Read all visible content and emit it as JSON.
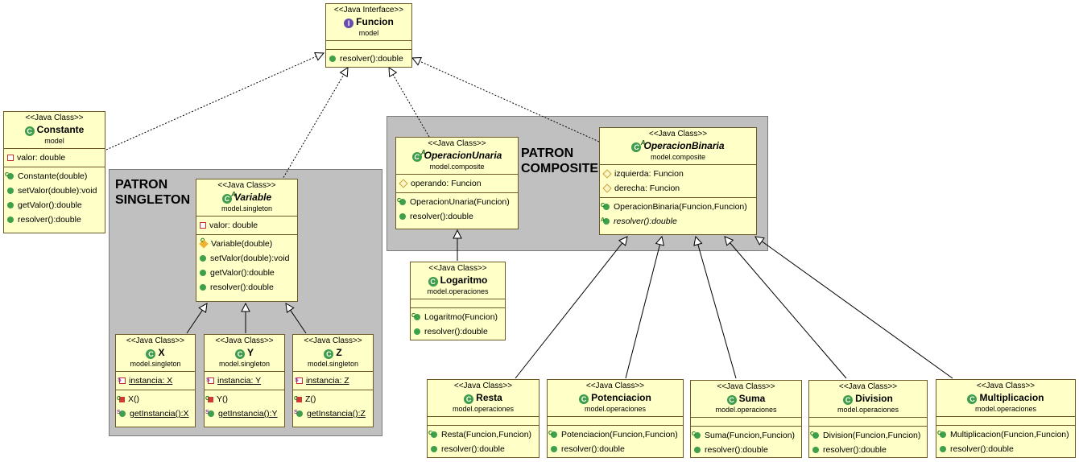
{
  "packages": {
    "singleton": "PATRON\nSINGLETON",
    "composite": "PATRON\nCOMPOSITE"
  },
  "classes": {
    "funcion": {
      "stereotype": "<<Java Interface>>",
      "name": "Funcion",
      "package": "model",
      "attrs": [],
      "methods": [
        {
          "text": "resolver():double",
          "icon": "pub"
        }
      ]
    },
    "constante": {
      "stereotype": "<<Java Class>>",
      "name": "Constante",
      "package": "model",
      "attrs": [
        {
          "text": "valor: double",
          "icon": "priv"
        }
      ],
      "methods": [
        {
          "text": "Constante(double)",
          "icon": "ctor"
        },
        {
          "text": "setValor(double):void",
          "icon": "pub"
        },
        {
          "text": "getValor():double",
          "icon": "pub"
        },
        {
          "text": "resolver():double",
          "icon": "pub"
        }
      ]
    },
    "variable": {
      "stereotype": "<<Java Class>>",
      "name": "Variable",
      "package": "model.singleton",
      "attrs": [
        {
          "text": "valor: double",
          "icon": "priv"
        }
      ],
      "methods": [
        {
          "text": "Variable(double)",
          "icon": "ctorp"
        },
        {
          "text": "setValor(double):void",
          "icon": "pub"
        },
        {
          "text": "getValor():double",
          "icon": "pub"
        },
        {
          "text": "resolver():double",
          "icon": "pub"
        }
      ]
    },
    "x": {
      "stereotype": "<<Java Class>>",
      "name": "X",
      "package": "model.singleton",
      "attrs": [
        {
          "text": "instancia: X",
          "icon": "privs"
        }
      ],
      "methods": [
        {
          "text": "X()",
          "icon": "privc"
        },
        {
          "text": "getInstancia():X",
          "icon": "pubs"
        }
      ]
    },
    "y": {
      "stereotype": "<<Java Class>>",
      "name": "Y",
      "package": "model.singleton",
      "attrs": [
        {
          "text": "instancia: Y",
          "icon": "privs"
        }
      ],
      "methods": [
        {
          "text": "Y()",
          "icon": "privc"
        },
        {
          "text": "getInstancia():Y",
          "icon": "pubs"
        }
      ]
    },
    "z": {
      "stereotype": "<<Java Class>>",
      "name": "Z",
      "package": "model.singleton",
      "attrs": [
        {
          "text": "instancia: Z",
          "icon": "privs"
        }
      ],
      "methods": [
        {
          "text": "Z()",
          "icon": "privc"
        },
        {
          "text": "getInstancia():Z",
          "icon": "pubs"
        }
      ]
    },
    "unaria": {
      "stereotype": "<<Java Class>>",
      "name": "OperacionUnaria",
      "package": "model.composite",
      "attrs": [
        {
          "text": "operando: Funcion",
          "icon": "prot"
        }
      ],
      "methods": [
        {
          "text": "OperacionUnaria(Funcion)",
          "icon": "ctor"
        },
        {
          "text": "resolver():double",
          "icon": "pub"
        }
      ]
    },
    "binaria": {
      "stereotype": "<<Java Class>>",
      "name": "OperacionBinaria",
      "package": "model.composite",
      "attrs": [
        {
          "text": "izquierda: Funcion",
          "icon": "prot"
        },
        {
          "text": "derecha: Funcion",
          "icon": "prot"
        }
      ],
      "methods": [
        {
          "text": "OperacionBinaria(Funcion,Funcion)",
          "icon": "ctor"
        },
        {
          "text": "resolver():double",
          "icon": "abs"
        }
      ]
    },
    "logaritmo": {
      "stereotype": "<<Java Class>>",
      "name": "Logaritmo",
      "package": "model.operaciones",
      "attrs": [],
      "methods": [
        {
          "text": "Logaritmo(Funcion)",
          "icon": "ctor"
        },
        {
          "text": "resolver():double",
          "icon": "pub"
        }
      ]
    },
    "resta": {
      "stereotype": "<<Java Class>>",
      "name": "Resta",
      "package": "model.operaciones",
      "attrs": [],
      "methods": [
        {
          "text": "Resta(Funcion,Funcion)",
          "icon": "ctor"
        },
        {
          "text": "resolver():double",
          "icon": "pub"
        }
      ]
    },
    "potenciacion": {
      "stereotype": "<<Java Class>>",
      "name": "Potenciacion",
      "package": "model.operaciones",
      "attrs": [],
      "methods": [
        {
          "text": "Potenciacion(Funcion,Funcion)",
          "icon": "ctor"
        },
        {
          "text": "resolver():double",
          "icon": "pub"
        }
      ]
    },
    "suma": {
      "stereotype": "<<Java Class>>",
      "name": "Suma",
      "package": "model.operaciones",
      "attrs": [],
      "methods": [
        {
          "text": "Suma(Funcion,Funcion)",
          "icon": "ctor"
        },
        {
          "text": "resolver():double",
          "icon": "pub"
        }
      ]
    },
    "division": {
      "stereotype": "<<Java Class>>",
      "name": "Division",
      "package": "model.operaciones",
      "attrs": [],
      "methods": [
        {
          "text": "Division(Funcion,Funcion)",
          "icon": "ctor"
        },
        {
          "text": "resolver():double",
          "icon": "pub"
        }
      ]
    },
    "multiplicacion": {
      "stereotype": "<<Java Class>>",
      "name": "Multiplicacion",
      "package": "model.operaciones",
      "attrs": [],
      "methods": [
        {
          "text": "Multiplicacion(Funcion,Funcion)",
          "icon": "ctor"
        },
        {
          "text": "resolver():double",
          "icon": "pub"
        }
      ]
    }
  },
  "relations": [
    {
      "from": "constante",
      "to": "funcion",
      "kind": "realization"
    },
    {
      "from": "variable",
      "to": "funcion",
      "kind": "realization"
    },
    {
      "from": "unaria",
      "to": "funcion",
      "kind": "realization"
    },
    {
      "from": "binaria",
      "to": "funcion",
      "kind": "realization"
    },
    {
      "from": "x",
      "to": "variable",
      "kind": "generalization"
    },
    {
      "from": "y",
      "to": "variable",
      "kind": "generalization"
    },
    {
      "from": "z",
      "to": "variable",
      "kind": "generalization"
    },
    {
      "from": "logaritmo",
      "to": "unaria",
      "kind": "generalization"
    },
    {
      "from": "resta",
      "to": "binaria",
      "kind": "generalization"
    },
    {
      "from": "potenciacion",
      "to": "binaria",
      "kind": "generalization"
    },
    {
      "from": "suma",
      "to": "binaria",
      "kind": "generalization"
    },
    {
      "from": "division",
      "to": "binaria",
      "kind": "generalization"
    },
    {
      "from": "multiplicacion",
      "to": "binaria",
      "kind": "generalization"
    }
  ]
}
